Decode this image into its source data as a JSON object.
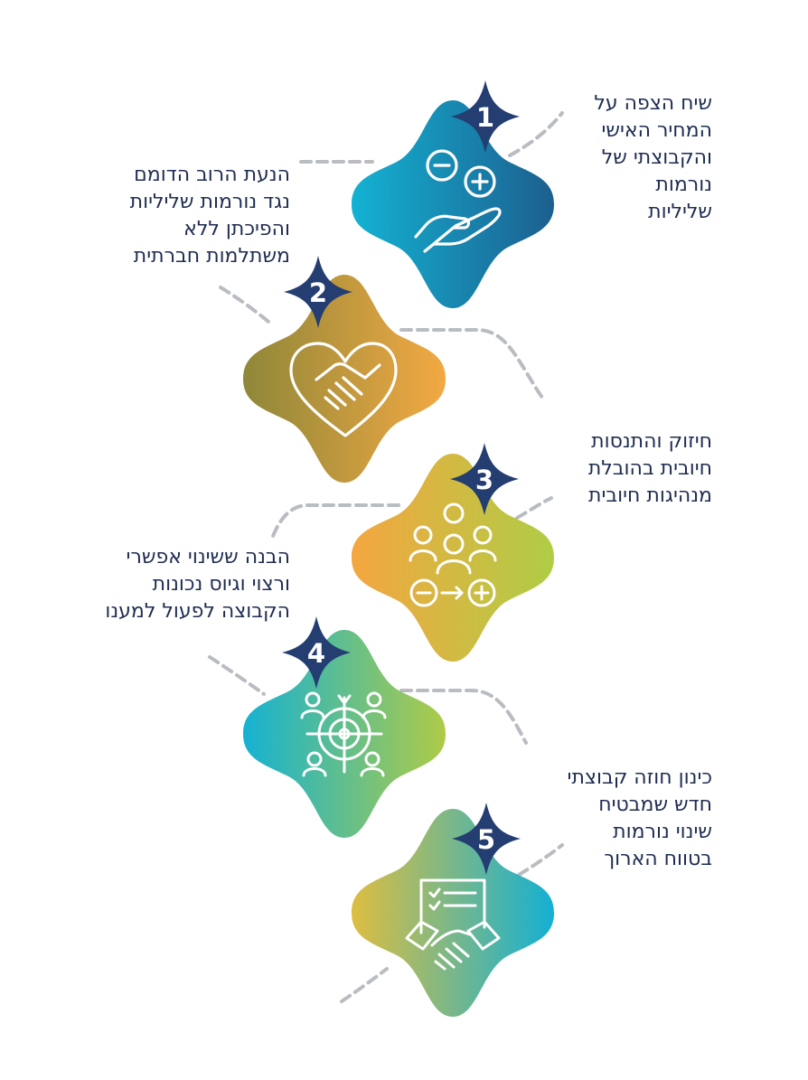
{
  "colors": {
    "navy": "#243e72",
    "text": "#1f2d52",
    "connector": "#b9bcc1"
  },
  "steps": [
    {
      "number": "1",
      "lines": [
        "שיח הצפה על",
        "המחיר האישי",
        "והקבוצתי של",
        "נורמות",
        "שליליות"
      ],
      "icon": "minus-plus-hand-icon",
      "gradient": [
        "#14b2d3",
        "#1c5f8f"
      ]
    },
    {
      "number": "2",
      "lines": [
        "הנעת הרוב הדומם",
        "נגד נורמות שליליות",
        "והפיכתן ללא",
        "משתלמות חברתית"
      ],
      "icon": "heart-handshake-icon",
      "gradient": [
        "#8f8739",
        "#f2a943"
      ]
    },
    {
      "number": "3",
      "lines": [
        "חיזוק והתנסות",
        "חיובית בהובלת",
        "מנהיגות חיובית"
      ],
      "icon": "group-minus-to-plus-icon",
      "gradient": [
        "#f4a640",
        "#afcd45"
      ]
    },
    {
      "number": "4",
      "lines": [
        "הבנה ששינוי אפשרי",
        "ורצוי וגיוס נכונות",
        "הקבוצה לפעול למענו"
      ],
      "icon": "target-people-icon",
      "gradient": [
        "#15b2d2",
        "#afcb47"
      ]
    },
    {
      "number": "5",
      "lines": [
        "כינון חוזה קבוצתי",
        "חדש שמבטיח",
        "שינוי נורמות",
        "בטווח הארוך"
      ],
      "icon": "contract-handshake-icon",
      "gradient": [
        "#ddbe41",
        "#14b0d3"
      ]
    }
  ]
}
